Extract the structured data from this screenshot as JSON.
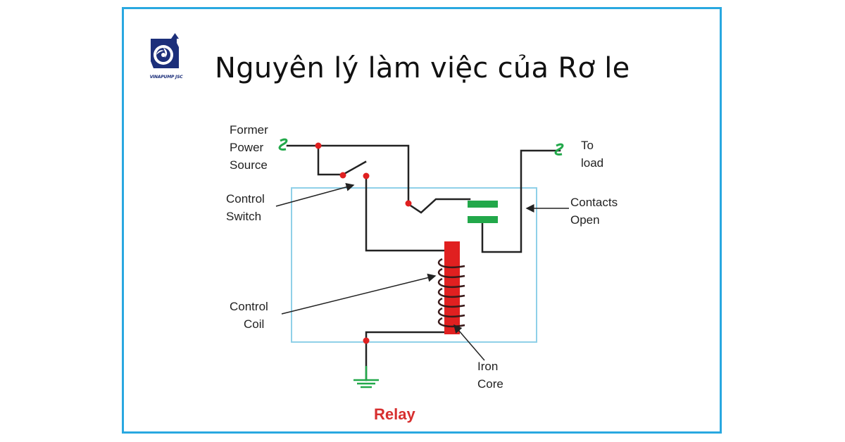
{
  "header": {
    "title": "Nguyên lý làm việc của Rơ le",
    "logo_text": "VINAPUMP JSC",
    "logo_icon": "vinapump-logo-icon"
  },
  "diagram": {
    "labels": {
      "former_power_source": [
        "Former",
        "Power",
        "Source"
      ],
      "to_load": [
        "To",
        "load"
      ],
      "control_switch": [
        "Control",
        "Switch"
      ],
      "contacts_open": [
        "Contacts",
        "Open"
      ],
      "control_coil": [
        "Control",
        "Coil"
      ],
      "iron_core": [
        "Iron",
        "Core"
      ],
      "relay": "Relay"
    }
  },
  "colors": {
    "frame": "#29a8e0",
    "relay_box": "#8fd0e8",
    "coil": "#e02020",
    "contacts": "#22a84a",
    "ground": "#22a84a",
    "junction": "#e02020",
    "wire": "#222222",
    "relay_label": "#d72f2f",
    "logo": "#1c2f7a"
  }
}
